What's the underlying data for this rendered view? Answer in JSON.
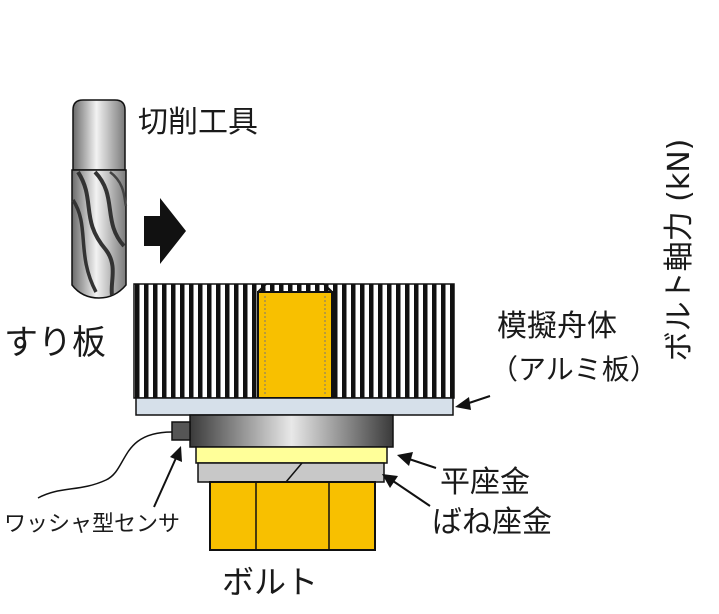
{
  "labels": {
    "cutting_tool": "切削工具",
    "sliding_plate": "すり板",
    "model_hull": "模擬舟体",
    "model_hull_sub": "（アルミ板）",
    "flat_washer": "平座金",
    "spring_washer": "ばね座金",
    "washer_sensor": "ワッシャ型センサ",
    "bolt": "ボルト",
    "axis_force": "ボルト軸力 (kN)"
  },
  "colors": {
    "bolt": "#f8c000",
    "hull": "#d6e0ea",
    "spring_washer": "#ffff99",
    "flat_washer": "#c8c8c8",
    "sensor": "#555555",
    "outline": "#111111"
  }
}
